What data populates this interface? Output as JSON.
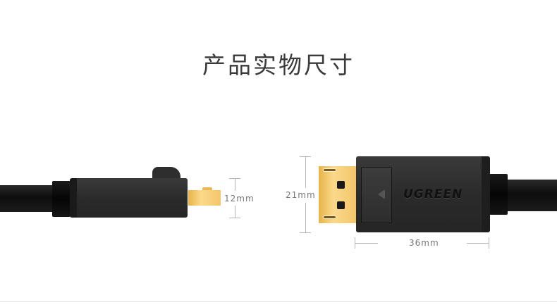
{
  "title": "产品实物尺寸",
  "brand_logo": "UGREEN",
  "dimensions": {
    "mini_connector_height": "12mm",
    "connector_height": "21mm",
    "connector_length": "36mm"
  },
  "colors": {
    "plug": "#2b2b2b",
    "contacts": "#f3c56a",
    "dimension_lines": "#b5b5b5"
  }
}
